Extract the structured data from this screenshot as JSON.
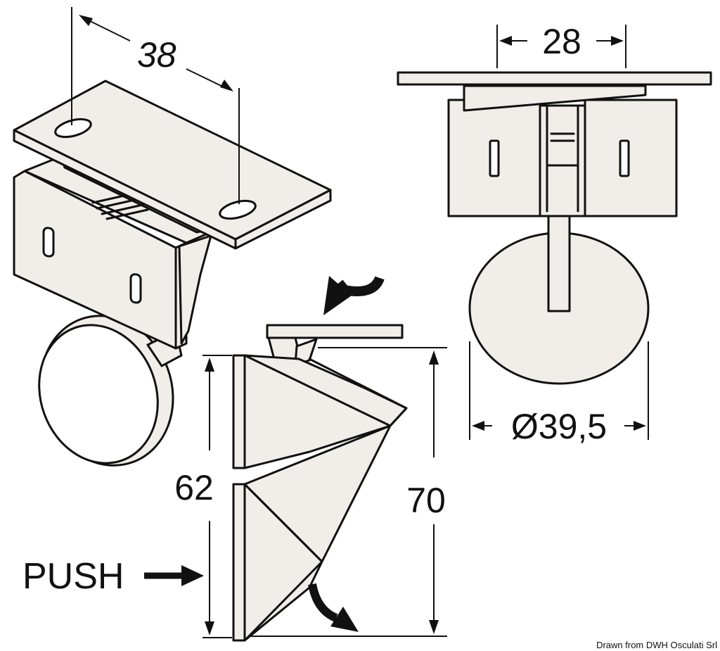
{
  "labels": {
    "dim_hole_spacing": "38",
    "dim_plate_width": "28",
    "dim_disc_diameter": "Ø39,5",
    "dim_height_closed": "62",
    "dim_height_open": "70",
    "push_label": "PUSH",
    "credit": "Drawn from DWH Osculati Srl"
  },
  "colors": {
    "line": "#111111",
    "part_fill": "#f1ede9",
    "background": "#ffffff"
  }
}
